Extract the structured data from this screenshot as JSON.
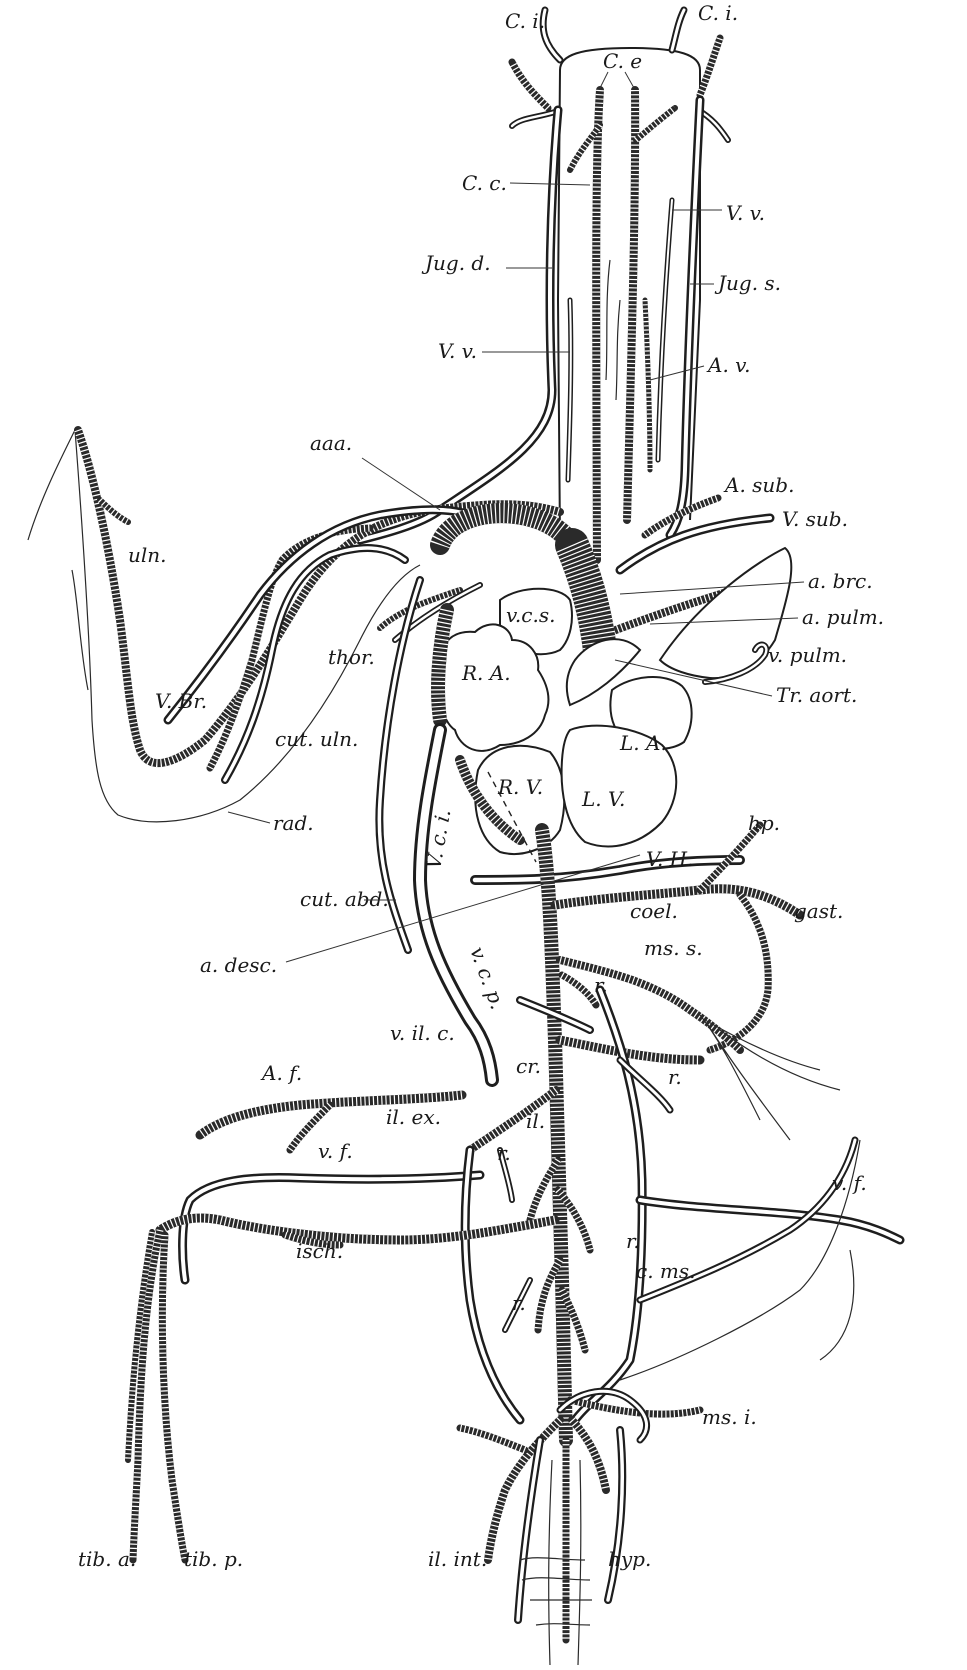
{
  "labels": {
    "ci_left": "C. i.",
    "ci_right": "C. i.",
    "ce": "C. e",
    "cc": "C. c.",
    "vv_top": "V. v.",
    "jug_d": "Jug. d.",
    "jug_s": "Jug. s.",
    "vv_mid": "V. v.",
    "av": "A. v.",
    "aaa": "aaa.",
    "a_sub": "A. sub.",
    "v_sub": "V. sub.",
    "uln": "uln.",
    "a_brc": "a. brc.",
    "vcs": "v.c.s.",
    "a_pulm": "a. pulm.",
    "thor": "thor.",
    "v_pulm": "v. pulm.",
    "ra": "R. A.",
    "v_br": "V. Br.",
    "tr_aort": "Tr. aort.",
    "cut_uln": "cut. uln.",
    "la": "L. A.",
    "rv": "R. V.",
    "rad": "rad.",
    "lv": "L. V.",
    "vci": "V. c. i.",
    "hp": "hp.",
    "vh": "V. H.",
    "cut_abd": "cut. abd.",
    "coel": "coel.",
    "gast": "gast.",
    "vcp": "v. c. p.",
    "a_desc": "a. desc.",
    "ms_s": "ms. s.",
    "r_1": "r.",
    "v_il_c": "v. il. c.",
    "cr": "cr.",
    "r_2": "r.",
    "af": "A. f.",
    "il_ex": "il. ex.",
    "il": "il.",
    "r_3": "r.",
    "vf_left": "v. f.",
    "vf_right": "v. f.",
    "isch": "isch.",
    "r_4": "r.",
    "c_ms": "c. ms.",
    "r_5": "r.",
    "ms_i": "ms. i.",
    "tib_a": "tib. a.",
    "tib_p": "tib. p.",
    "il_int": "il. int.",
    "hyp": "hyp."
  }
}
